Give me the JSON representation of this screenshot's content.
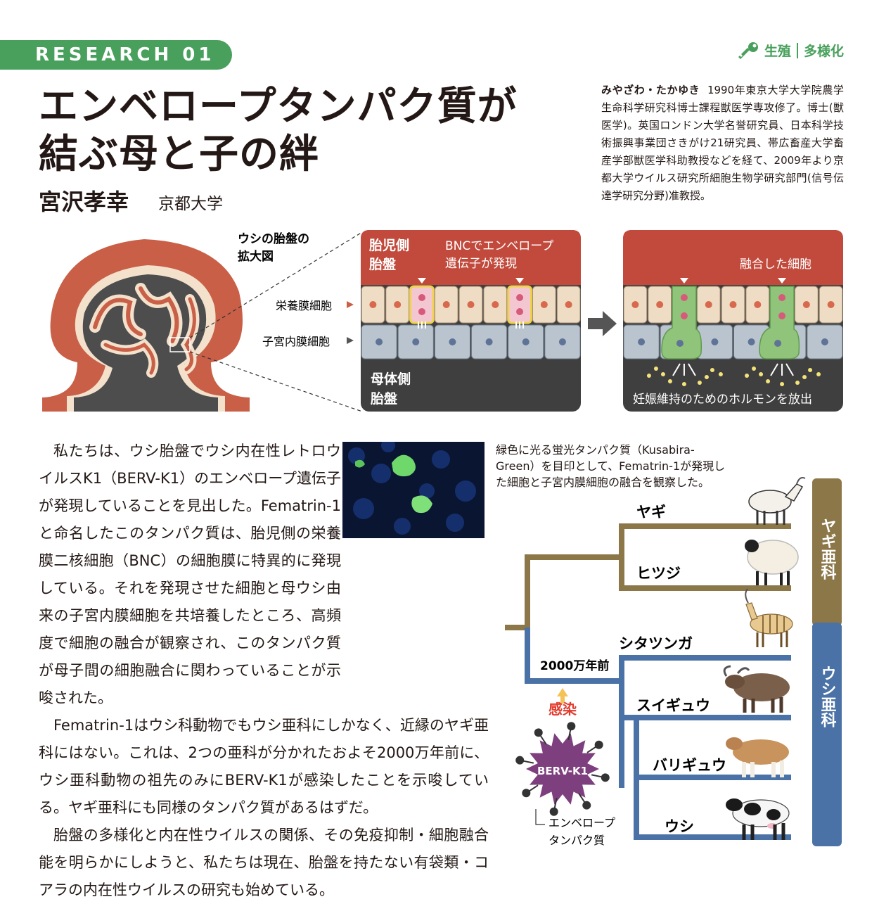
{
  "header": {
    "badge": "RESEARCH 01",
    "keyword_1": "生殖",
    "keyword_2": "多様化"
  },
  "title_line_1": "エンベロープタンパク質が",
  "title_line_2": "結ぶ母と子の絆",
  "author": {
    "name": "宮沢孝幸",
    "affiliation": "京都大学",
    "bio_name": "みやざわ・たかゆき",
    "bio_text": "1990年東京大学大学院農学生命科学研究科博士課程獣医学専攻修了。博士(獣医学)。英国ロンドン大学名誉研究員、日本科学技術振興事業団さきがけ21研究員、帯広畜産大学畜産学部獣医学科助教授などを経て、2009年より京都大学ウイルス研究所細胞生物学研究部門(信号伝達学研究分野)准教授。"
  },
  "figure1": {
    "placenta_label": "ウシの胎盤の拡大図",
    "trophoblast_label": "栄養膜細胞",
    "endometrium_label": "子宮内膜細胞",
    "fetal_side_1": "胎児側",
    "fetal_side_2": "胎盤",
    "bnc_1": "BNCでエンベロープ",
    "bnc_2": "遺伝子が発現",
    "maternal_1": "母体側",
    "maternal_2": "胎盤",
    "fused": "融合した細胞",
    "hormone": "妊娠維持のためのホルモンを放出"
  },
  "body": {
    "p1": "私たちは、ウシ胎盤でウシ内在性レトロウイルスK1（BERV-K1）のエンベロープ遺伝子が発現していることを見出した。Fematrin-1と命名したこのタンパク質は、胎児側の栄養膜二核細胞（BNC）の細胞膜に特異的に発現している。それを発現させた細胞と母ウシ由来の子宮内膜細胞を共培養したところ、高頻度で細胞の融合が観察され、このタンパク質が母子間の細胞融合に関わっていることが示唆された。",
    "p2": "Fematrin-1はウシ科動物でもウシ亜科にしかなく、近縁のヤギ亜科にはない。これは、2つの亜科が分かれたおよそ2000万年前に、ウシ亜科動物の祖先のみにBERV-K1が感染したことを示唆している。ヤギ亜科にも同様のタンパク質があるはずだ。",
    "p3": "胎盤の多様化と内在性ウイルスの関係、その免疫抑制・細胞融合能を明らかにしようと、私たちは現在、胎盤を持たない有袋類・コアラの内在性ウイルスの研究も始めている。"
  },
  "caption": "緑色に光る蛍光タンパク質（Kusabira-Green）を目印として、Fematrin-1が発現した細胞と子宮内膜細胞の融合を観察した。",
  "tree": {
    "goat": "ヤギ",
    "sheep": "ヒツジ",
    "sitatunga": "シタツンガ",
    "water_buffalo": "スイギュウ",
    "bali_cattle": "バリギュウ",
    "cattle": "ウシ",
    "time": "2000万年前",
    "infection": "感染",
    "virus": "BERV-K1",
    "envelope_1": "エンベロープ",
    "envelope_2": "タンパク質",
    "caprinae": "ヤギ亜科",
    "bovinae": "ウシ亜科",
    "colors": {
      "caprinae": "#8c7749",
      "bovinae": "#4a72a6"
    }
  }
}
